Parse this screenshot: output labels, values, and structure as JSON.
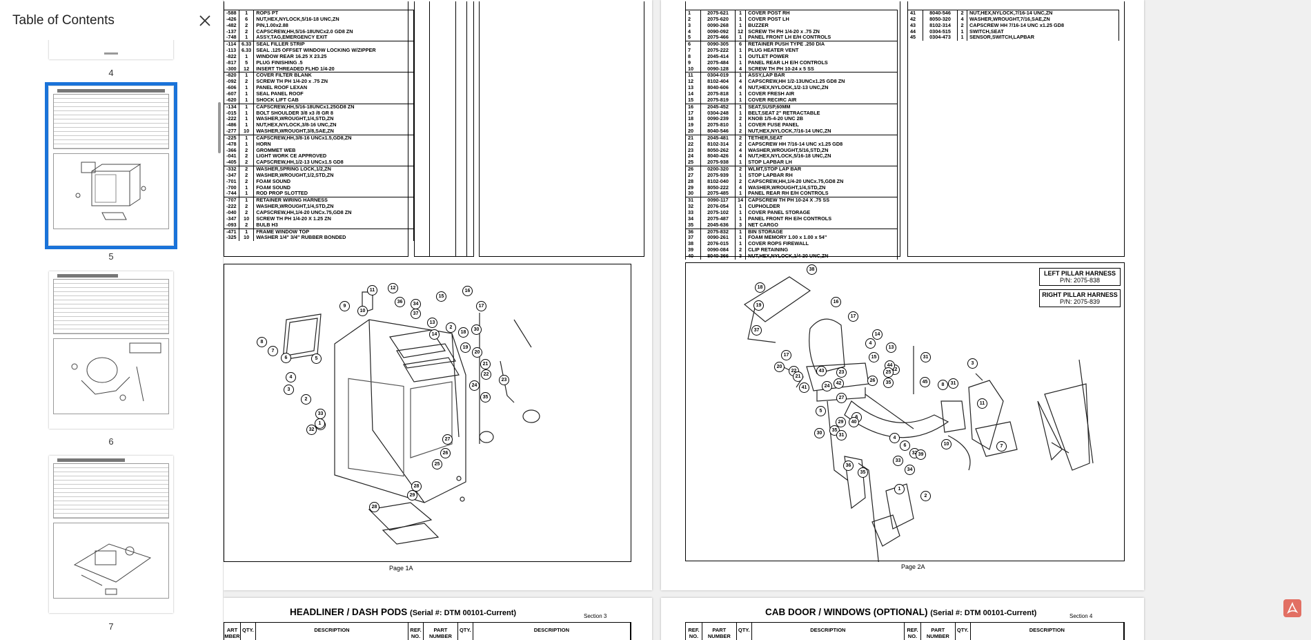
{
  "sidebar": {
    "title": "Table of Contents",
    "close_icon": "close-icon",
    "thumbs": [
      {
        "label": "4",
        "selected": false
      },
      {
        "label": "5",
        "selected": true
      },
      {
        "label": "6",
        "selected": false
      },
      {
        "label": "7",
        "selected": false
      }
    ]
  },
  "left_page": {
    "caption": "Page 1A",
    "rows": [
      [
        "-588",
        "1",
        "ROPS PT"
      ],
      [
        "-426",
        "6",
        "NUT,HEX,NYLOCK,5/16-18 UNC,ZN"
      ],
      [
        "-482",
        "2",
        "PIN,1.00x2.88"
      ],
      [
        "-137",
        "2",
        "CAPSCREW,HH,5/16-18UNCx2.0 GD8 ZN"
      ],
      [
        "-748",
        "1",
        "ASSY,TAG,EMERGENCY EXIT"
      ],
      [
        "-114",
        "6.33",
        "SEAL FILLER STRIP"
      ],
      [
        "-113",
        "6.33",
        "SEAL .125 OFFSET WINDOW LOCKING W/ZIPPER"
      ],
      [
        "-822",
        "1",
        "WINDOW REAR 16.25 X 23.25"
      ],
      [
        "-817",
        "5",
        "PLUG FINISHING .5"
      ],
      [
        "-300",
        "12",
        "INSERT THREADED FLHD 1/4-20"
      ],
      [
        "-820",
        "1",
        "COVER FILTER BLANK"
      ],
      [
        "-092",
        "2",
        "SCREW TH PH 1/4-20 x .75 ZN"
      ],
      [
        "-606",
        "1",
        "PANEL ROOF LEXAN"
      ],
      [
        "-607",
        "1",
        "SEAL PANEL ROOF"
      ],
      [
        "-620",
        "1",
        "SHOCK LIFT CAB"
      ],
      [
        "-134",
        "1",
        "CAPSCREW,HH,5/16-18UNCx1.25GD8 ZN"
      ],
      [
        "-015",
        "1",
        "BOLT SHOULDER 3/8 x3 /8 GR 8"
      ],
      [
        "-222",
        "1",
        "WASHER,WROUGHT,1/4,STD,ZN"
      ],
      [
        "-486",
        "1",
        "NUT,HEX,NYLOCK,3/8-16 UNC,ZN"
      ],
      [
        "-277",
        "10",
        "WASHER,WROUGHT,3/8,SAE,ZN"
      ],
      [
        "-225",
        "1",
        "CAPSCREW,HH,3/8-16 UNCx1.5,GD8,ZN"
      ],
      [
        "-478",
        "1",
        "HORN"
      ],
      [
        "-366",
        "2",
        "GROMMET WEB"
      ],
      [
        "-041",
        "2",
        "LIGHT WORK CE APPROVED"
      ],
      [
        "-405",
        "2",
        "CAPSCREW,HH,1/2-13 UNCx1.5 GD8"
      ],
      [
        "-332",
        "2",
        "WASHER,SPRING LOCK,1/2,ZN"
      ],
      [
        "-347",
        "2",
        "WASHER,WROUGHT,1/2,STD,ZN"
      ],
      [
        "-701",
        "2",
        "FOAM SOUND"
      ],
      [
        "-700",
        "1",
        "FOAM SOUND"
      ],
      [
        "-744",
        "1",
        "ROD PROP SLOTTED"
      ],
      [
        "-707",
        "1",
        "RETAINER WIRING HARNESS"
      ],
      [
        "-222",
        "2",
        "WASHER,WROUGHT,1/4,STD,ZN"
      ],
      [
        "-040",
        "2",
        "CAPSCREW,HH,1/4-20 UNCx.75,GD8 ZN"
      ],
      [
        "-347",
        "10",
        "SCREW  TH PH 1/4-20 X 1.25 ZN"
      ],
      [
        "-093",
        "2",
        "BULB H3"
      ],
      [
        "-471",
        "1",
        "FRAME WINDOW TOP"
      ],
      [
        "-325",
        "10",
        " WASHER 1/4\" 3/4\" RUBBER BONDED"
      ]
    ],
    "callouts": [
      "11",
      "12",
      "36",
      "34",
      "15",
      "16",
      "17",
      "9",
      "10",
      "37",
      "13",
      "2",
      "18",
      "30",
      "14",
      "8",
      "7",
      "6",
      "5",
      "19",
      "20",
      "21",
      "22",
      "23",
      "24",
      "35",
      "4",
      "3",
      "2",
      "33",
      "32",
      "31",
      "1",
      "27",
      "26",
      "25",
      "28",
      "29",
      "28"
    ]
  },
  "right_page": {
    "caption": "Page 2A",
    "rows_a": [
      [
        "1",
        "2075-621",
        "1",
        "COVER POST RH"
      ],
      [
        "2",
        "2075-620",
        "1",
        "COVER POST LH"
      ],
      [
        "3",
        "0090-268",
        "1",
        "BUZZER"
      ],
      [
        "4",
        "0090-092",
        "12",
        "SCREW TH PH 1/4-20 x .75 ZN"
      ],
      [
        "5",
        "2075-466",
        "1",
        "PANEL FRONT LH E/H CONTROLS"
      ],
      [
        "6",
        "0090-305",
        "6",
        "RETAINER PUSH TYPE .250 DIA"
      ],
      [
        "7",
        "2075-222",
        "1",
        "PLUG HEATER VENT"
      ],
      [
        "8",
        "2045-414",
        "1",
        "OUTLET POWER"
      ],
      [
        "9",
        "2075-484",
        "1",
        "PANEL REAR LH E/H CONTROLS"
      ],
      [
        "10",
        "0090-128",
        "4",
        " SCREW TH PH 10-24 x 5 SS"
      ],
      [
        "11",
        "0304-019",
        "1",
        "ASSY,LAP BAR"
      ],
      [
        "12",
        "8102-404",
        "4",
        "CAPSCREW,HH 1/2-13UNCx1.25 GD8 ZN"
      ],
      [
        "13",
        "8040-606",
        "4",
        "NUT,HEX,NYLOCK,1/2-13 UNC,ZN"
      ],
      [
        "14",
        "2075-818",
        "1",
        "COVER FRESH AIR"
      ],
      [
        "15",
        "2075-819",
        "1",
        "COVER RECIRC AIR"
      ],
      [
        "16",
        "2045-452",
        "1",
        "SEAT,SUSP,60MM"
      ],
      [
        "17",
        "0304-248",
        "1",
        "BELT,SEAT 2\" RETRACTABLE"
      ],
      [
        "18",
        "0090-239",
        "2",
        "KNOB 1/5-4-20 UNC 2B"
      ],
      [
        "19",
        "2075-810",
        "1",
        "COVER FUSE PANEL"
      ],
      [
        "20",
        "8040-546",
        "2",
        "NUT,HEX,NYLOCK,7/16-14 UNC,ZN"
      ],
      [
        "21",
        "2045-481",
        "2",
        "TETHER,SEAT"
      ],
      [
        "22",
        "8102-314",
        "2",
        "CAPSCREW HH 7/16-14 UNC x1.25 GD8"
      ],
      [
        "23",
        "8050-262",
        "4",
        "WASHER,WROUGHT,5/16,STD,ZN"
      ],
      [
        "24",
        "8040-426",
        "4",
        "NUT,HEX,NYLOCK,5/16-18 UNC,ZN"
      ],
      [
        "25",
        "2075-938",
        "1",
        "STOP LAPBAR LH"
      ],
      [
        "26",
        "0200-320",
        "2",
        "WLMT,STOP LAP BAR"
      ],
      [
        "27",
        "2075-939",
        "1",
        "STOP LAPBAR RH"
      ],
      [
        "28",
        "8102-040",
        "2",
        "CAPSCREW,HH,1/4-20 UNCx.75,GD8 ZN"
      ],
      [
        "29",
        "8050-222",
        "4",
        "WASHER,WROUGHT,1/4,STD,ZN"
      ],
      [
        "30",
        "2075-485",
        "1",
        "PANEL REAR RH E/H CONTROLS"
      ],
      [
        "31",
        "0090-117",
        "14",
        "CAPSCREW TH PH 10-24 X .75 SS"
      ],
      [
        "32",
        "2076-054",
        "1",
        "CUPHOLDER"
      ],
      [
        "33",
        "2075-102",
        "1",
        "COVER PANEL STORAGE"
      ],
      [
        "34",
        "2075-487",
        "1",
        "PANEL FRONT RH E/H CONTROLS"
      ],
      [
        "35",
        "2045-636",
        "3",
        "NET CARGO"
      ],
      [
        "36",
        "2075-832",
        "1",
        "BIN STORAGE"
      ],
      [
        "37",
        "0090-261",
        "1",
        "FOAM MEMORY 1.00 x 1.00 x  54\""
      ],
      [
        "38",
        "2076-015",
        "1",
        "COVER ROPS FIREWALL"
      ],
      [
        "39",
        "0090-084",
        "2",
        "CLIP RETAINING"
      ],
      [
        "40",
        "8040-366",
        "3",
        "NUT,HEX,NYLOCK,1/4-20 UNC,ZN"
      ]
    ],
    "rows_b": [
      [
        "41",
        "8040-546",
        "2",
        "NUT,HEX,NYLOCK,7/16-14 UNC,ZN"
      ],
      [
        "42",
        "8050-320",
        "4",
        "WASHER,WROUGHT,7/16,SAE,ZN"
      ],
      [
        "43",
        "8102-314",
        "2",
        "CAPSCREW HH 7/16-14 UNC x1.25 GD8"
      ],
      [
        "44",
        "0304-515",
        "1",
        "SWITCH,SEAT"
      ],
      [
        "45",
        "0304-473",
        "1",
        "SENSOR,SWITCH,LAPBAR"
      ]
    ],
    "harness": [
      {
        "title": "LEFT PILLAR HARNESS",
        "pn": "P/N: 2075-838"
      },
      {
        "title": "RIGHT  PILLAR HARNESS",
        "pn": "P/N: 2075-839"
      }
    ],
    "callouts": [
      "38",
      "18",
      "16",
      "19",
      "17",
      "37",
      "14",
      "13",
      "4",
      "15",
      "12",
      "31",
      "17",
      "44",
      "25",
      "20",
      "22",
      "21",
      "43",
      "23",
      "26",
      "3",
      "41",
      "24",
      "35",
      "42",
      "45",
      "8",
      "31",
      "27",
      "11",
      "5",
      "6",
      "29",
      "40",
      "30",
      "35",
      "31",
      "4",
      "10",
      "7",
      "6",
      "32",
      "33",
      "39",
      "36",
      "35",
      "34",
      "1",
      "2"
    ]
  },
  "bottom_left": {
    "title": "HEADLINER / DASH PODS",
    "serial": "(Serial #: DTM 00101-Current)",
    "section": "Section 3",
    "headers": [
      "ART\nMBER",
      "QTY.",
      "DESCRIPTION",
      "REF.\nNO.",
      "PART\nNUMBER",
      "QTY.",
      "DESCRIPTION"
    ]
  },
  "bottom_right": {
    "title": "CAB DOOR / WINDOWS (OPTIONAL)",
    "serial": "(Serial #: DTM 00101-Current)",
    "section": "Section 4",
    "headers": [
      "REF.\nNO.",
      "PART\nNUMBER",
      "QTY.",
      "DESCRIPTION",
      "REF.\nNO.",
      "PART\nNUMBER",
      "QTY.",
      "DESCRIPTION"
    ]
  },
  "adobe_icon": "adobe-pdf-icon"
}
